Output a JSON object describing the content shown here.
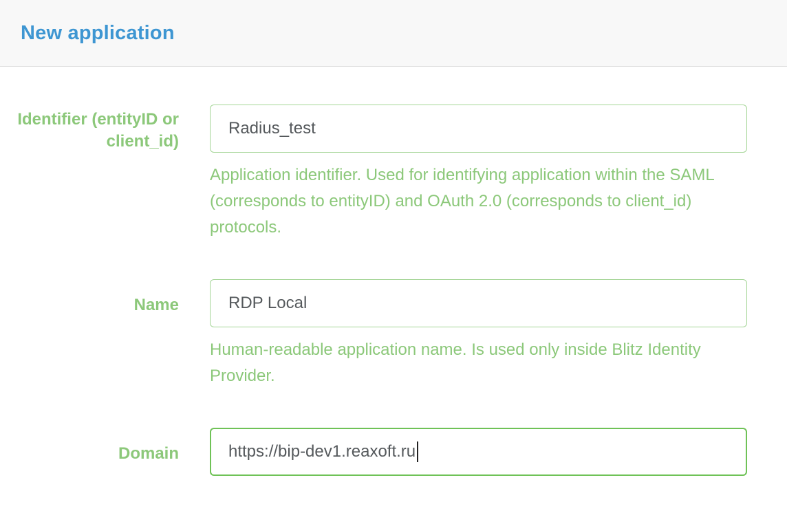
{
  "header": {
    "title": "New application"
  },
  "form": {
    "fields": [
      {
        "label": "Identifier (entityID or client_id)",
        "value": "Radius_test",
        "help": "Application identifier. Used for identifying application within the SAML (corresponds to entityID) and OAuth 2.0 (corresponds to client_id) protocols."
      },
      {
        "label": "Name",
        "value": "RDP Local",
        "help": "Human-readable application name. Is used only inside Blitz Identity Provider."
      },
      {
        "label": "Domain",
        "value": "https://bip-dev1.reaxoft.ru",
        "help": ""
      }
    ]
  },
  "colors": {
    "title_blue": "#3e96d2",
    "accent_green": "#8cc87a",
    "input_border_green": "#a4d596",
    "focused_border_green": "#6fc257"
  }
}
